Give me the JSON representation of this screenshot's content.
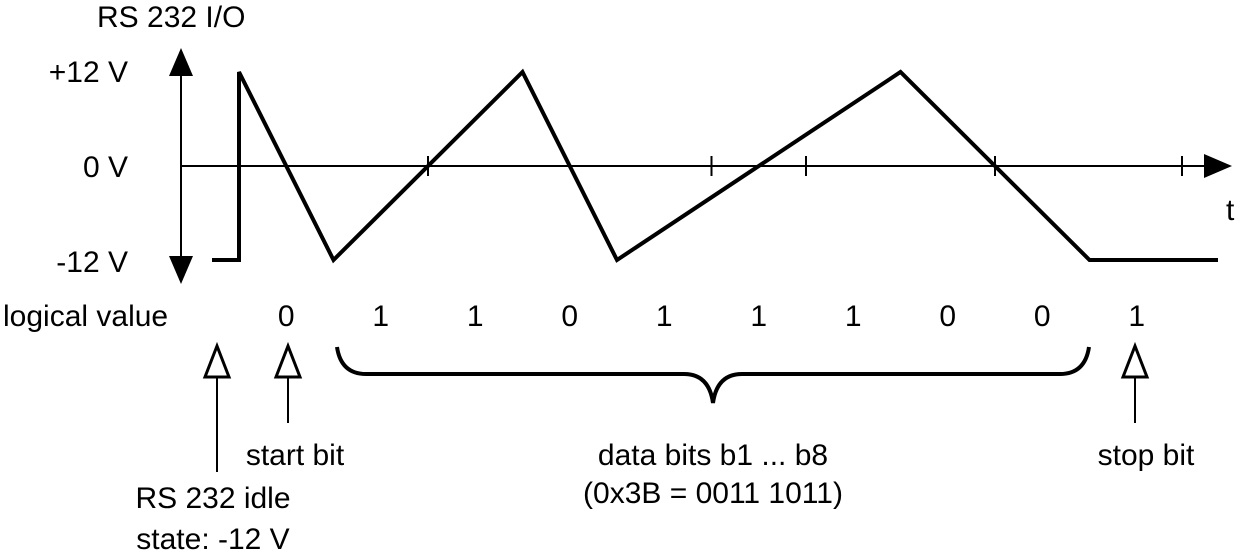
{
  "title": "RS 232 I/O",
  "y_axis": {
    "levels": [
      {
        "label": "+12 V",
        "value": 12
      },
      {
        "label": "0 V",
        "value": 0
      },
      {
        "label": "-12 V",
        "value": -12
      }
    ]
  },
  "x_axis_label": "t",
  "row_label": "logical value",
  "bits": [
    "0",
    "1",
    "1",
    "0",
    "1",
    "1",
    "1",
    "0",
    "0",
    "1"
  ],
  "annotations": {
    "idle": [
      "RS 232 idle",
      "state: -12 V"
    ],
    "start": "start bit",
    "data": [
      "data bits b1 ... b8",
      "(0x3B = 0011 1011)"
    ],
    "stop": "stop bit"
  }
}
